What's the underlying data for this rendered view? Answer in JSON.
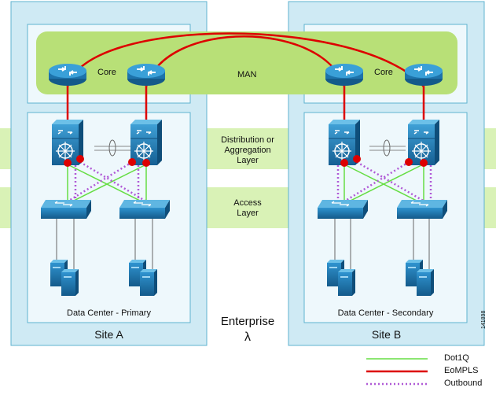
{
  "labels": {
    "core_a": "Core",
    "core_b": "Core",
    "man": "MAN",
    "distribution": "Distribution or\nAggregation\nLayer",
    "access": "Access\nLayer",
    "dc_primary": "Data Center - Primary",
    "dc_secondary": "Data Center - Secondary",
    "site_a": "Site A",
    "site_b": "Site B",
    "enterprise": "Enterprise",
    "lambda": "λ",
    "figure_id": "141898"
  },
  "legend": [
    {
      "label": "Dot1Q",
      "color": "#66dd44",
      "style": "solid"
    },
    {
      "label": "EoMPLS",
      "color": "#dd0000",
      "style": "solid"
    },
    {
      "label": "Outbound",
      "color": "#b05ad6",
      "style": "dotted"
    }
  ],
  "colors": {
    "site_bg": "#cfeaf4",
    "site_border": "#5fb3cf",
    "band": "#d9f2b6",
    "man_green": "#b8e077",
    "device_blue": "#1f7fb8",
    "eompls_red": "#dd0000"
  }
}
